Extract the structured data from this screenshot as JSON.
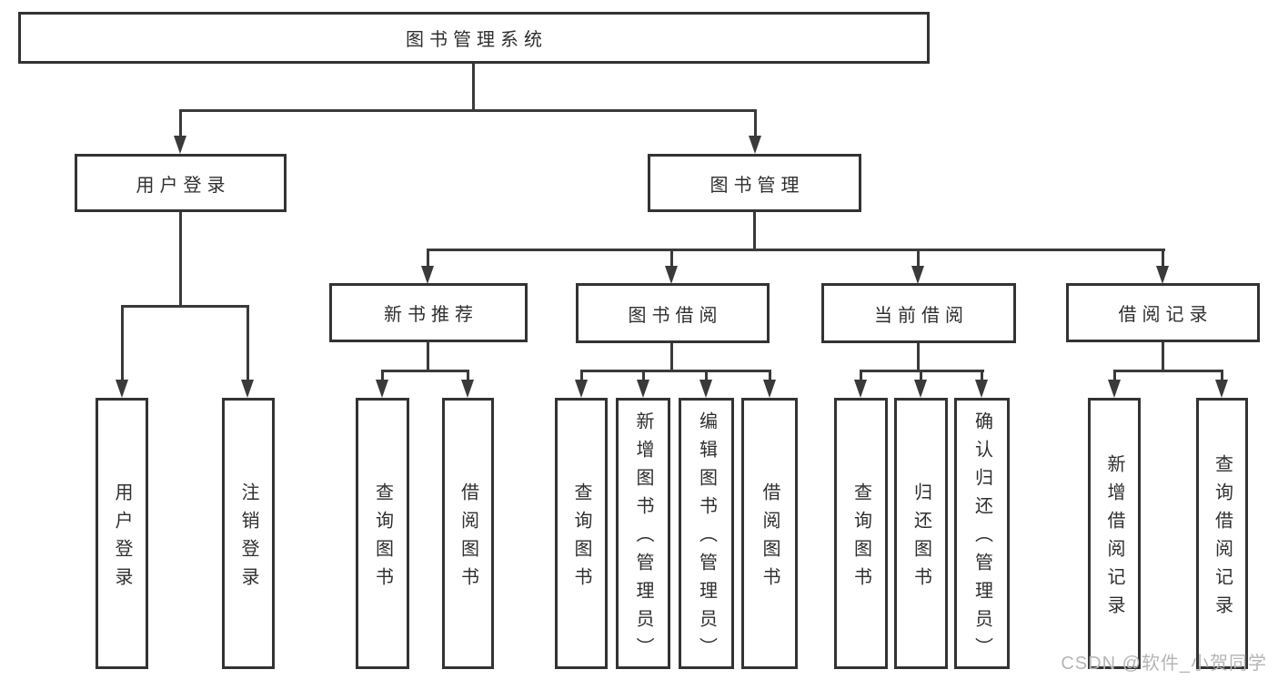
{
  "tree": {
    "label": "图书管理系统",
    "children": [
      {
        "label": "用户登录",
        "children": [
          {
            "label": "用户登录"
          },
          {
            "label": "注销登录"
          }
        ]
      },
      {
        "label": "图书管理",
        "children": [
          {
            "label": "新书推荐",
            "children": [
              {
                "label": "查询图书"
              },
              {
                "label": "借阅图书"
              }
            ]
          },
          {
            "label": "图书借阅",
            "children": [
              {
                "label": "查询图书"
              },
              {
                "label": "新增图书（管理员）"
              },
              {
                "label": "编辑图书（管理员）"
              },
              {
                "label": "借阅图书"
              }
            ]
          },
          {
            "label": "当前借阅",
            "children": [
              {
                "label": "查询图书"
              },
              {
                "label": "归还图书"
              },
              {
                "label": "确认归还（管理员）"
              }
            ]
          },
          {
            "label": "借阅记录",
            "children": [
              {
                "label": "新增借阅记录"
              },
              {
                "label": "查询借阅记录"
              }
            ]
          }
        ]
      }
    ]
  },
  "watermark": {
    "text": "CSDN @软件_小贺同学"
  },
  "colors": {
    "line": "#3a3a3a",
    "box_border": "#333333",
    "box_background": "#ffffff",
    "text": "#2f2f2f",
    "watermark": "#b5b5b5",
    "page_background": "#ffffff"
  }
}
